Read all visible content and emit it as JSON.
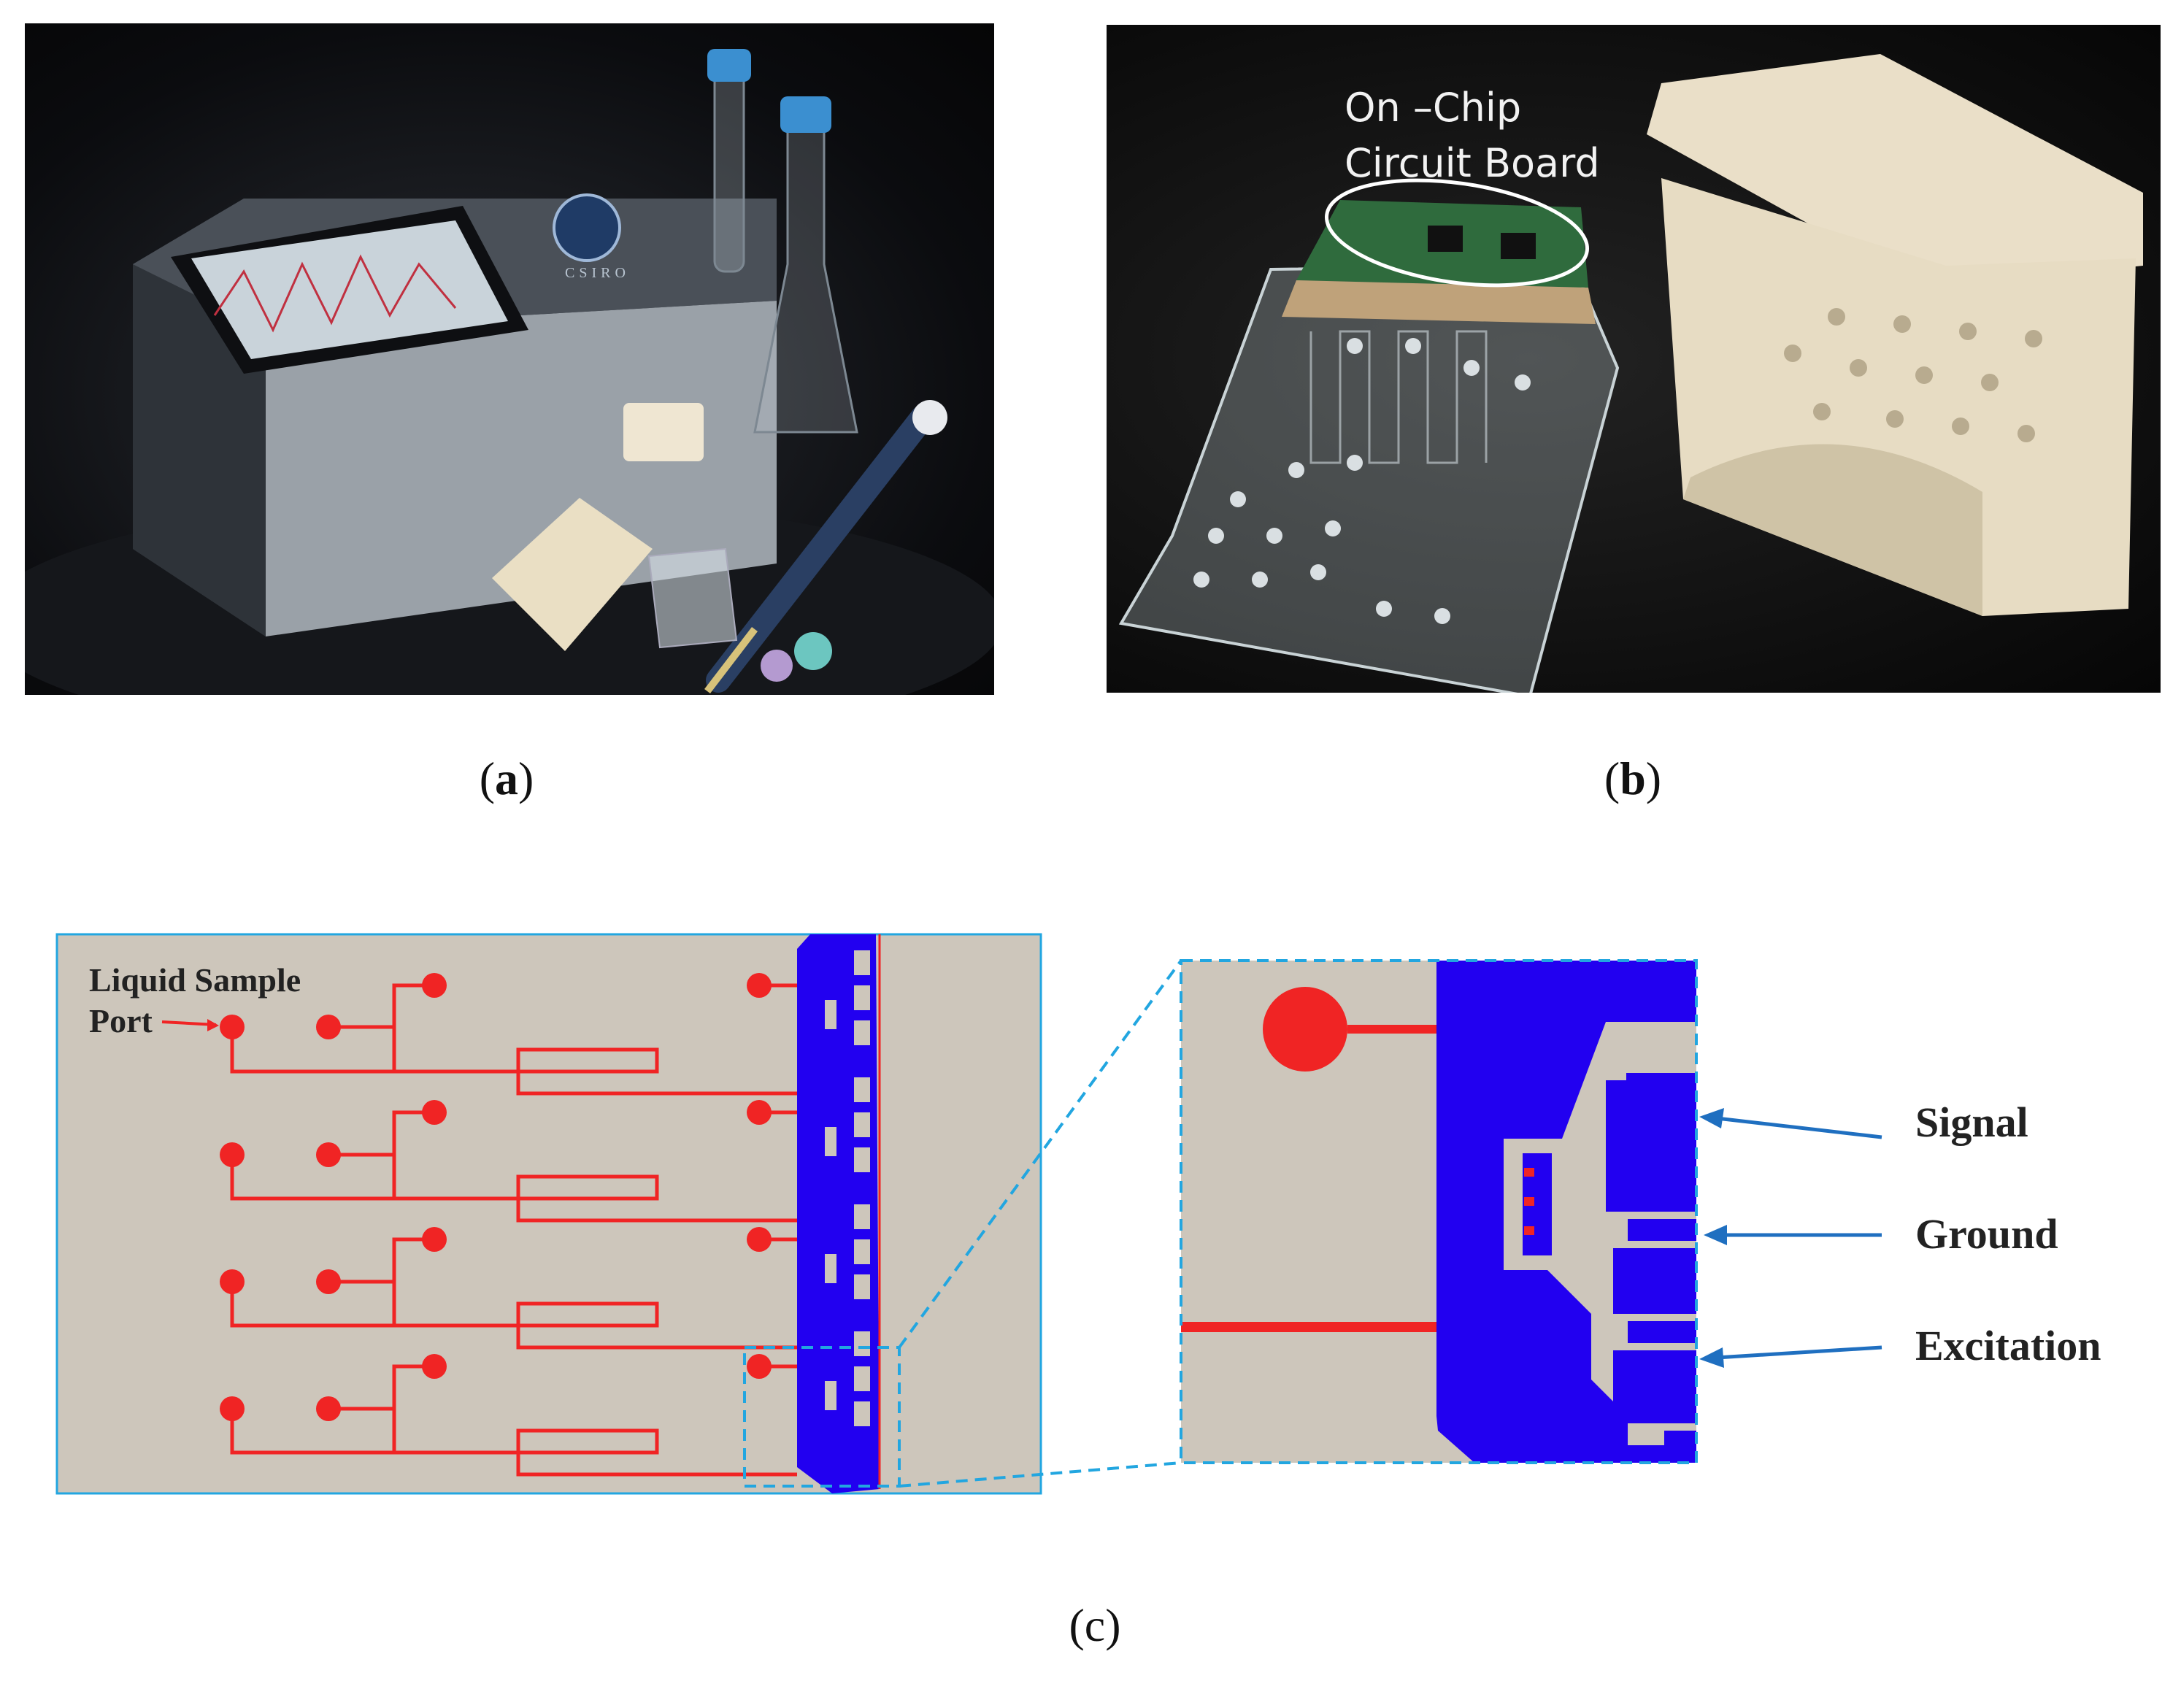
{
  "panels": {
    "a": {
      "label": "a"
    },
    "b": {
      "label": "b",
      "annotation_line1": "On –Chip",
      "annotation_line2": "Circuit Board"
    },
    "c": {
      "label": "c",
      "port_label_line1": "Liquid Sample",
      "port_label_line2": "Port",
      "terminals": [
        "Signal",
        "Ground",
        "Excitation"
      ]
    }
  },
  "device_logo_text": "CSIRO",
  "colors": {
    "trace": "#f02424",
    "electrode": "#2200f0",
    "board": "#cdc6bb",
    "frame": "#22a6e0",
    "arrow": "#1f6fc0"
  }
}
